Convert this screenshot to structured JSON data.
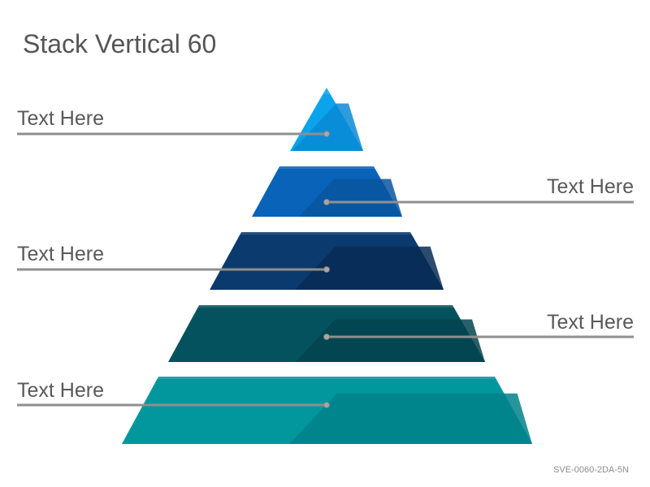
{
  "slide": {
    "title": "Stack Vertical 60",
    "code": "SVE-0060-2DA-5N"
  },
  "levels": [
    {
      "label": "Text Here",
      "side": "left",
      "color": "#0AA3EC",
      "shade": "#0989D6"
    },
    {
      "label": "Text Here",
      "side": "right",
      "color": "#0963B8",
      "shade": "#08559F"
    },
    {
      "label": "Text Here",
      "side": "left",
      "color": "#0B3A6E",
      "shade": "#082C55"
    },
    {
      "label": "Text Here",
      "side": "right",
      "color": "#04525E",
      "shade": "#03444F"
    },
    {
      "label": "Text Here",
      "side": "left",
      "color": "#01979D",
      "shade": "#018189"
    }
  ],
  "colors": {
    "connector": "#8f8f8f",
    "dot": "#a6a6a6"
  }
}
